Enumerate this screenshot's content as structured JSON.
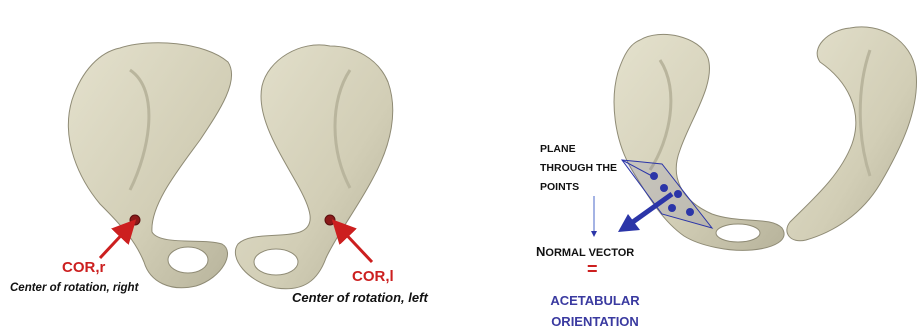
{
  "left_figure": {
    "cor_right": {
      "code": "COR,r",
      "description": "Center of rotation, right"
    },
    "cor_left": {
      "code": "COR,l",
      "description": "Center of rotation, left"
    }
  },
  "right_figure": {
    "plane_label": [
      "PLANE",
      "THROUGH THE",
      "POINTS"
    ],
    "normal_vector": {
      "first_letter": "N",
      "rest": "ORMAL VECTOR"
    },
    "equals": "=",
    "orientation_label": [
      "ACETABULAR",
      "ORIENTATION"
    ]
  },
  "colors": {
    "bone": "#d8d4bf",
    "bone_shade": "#a8a48d",
    "red_marker": "#cc1f1f",
    "blue": "#2b35a8"
  }
}
